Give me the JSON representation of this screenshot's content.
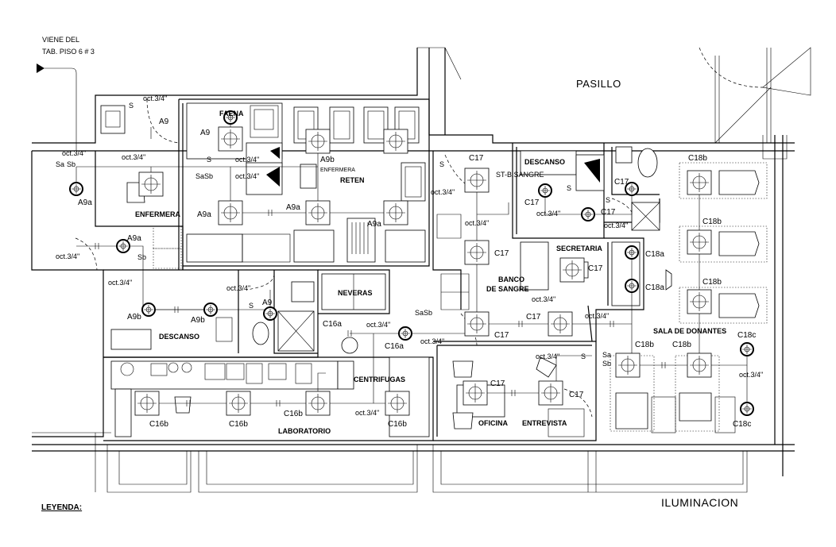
{
  "header_note": {
    "line1": "VIENE DEL",
    "line2": "TAB. PISO 6 # 3"
  },
  "rooms": {
    "pasillo": "PASILLO",
    "faena": "FAENA",
    "enfermera_small": "ENFERMERA",
    "enfermera": "ENFERMERA",
    "reten": "RETEN",
    "descanso_left": "DESCANSO",
    "descanso_right": "DESCANSO",
    "neveras": "NEVERAS",
    "st_b_sangre": "ST-B.SANGRE",
    "secretaria": "SECRETARIA",
    "banco_line1": "BANCO",
    "banco_line2": "DE SANGRE",
    "sala_donantes": "SALA DE DONANTES",
    "centrifugas": "CENTRIFUGAS",
    "laboratorio": "LABORATORIO",
    "oficina": "OFICINA",
    "entrevista": "ENTREVISTA"
  },
  "circuit_labels": {
    "a9": "A9",
    "a9a": "A9a",
    "a9b": "A9b",
    "c16a": "C16a",
    "c16b": "C16b",
    "c17": "C17",
    "c18a": "C18a",
    "c18b": "C18b",
    "c18c": "C18c"
  },
  "switch_labels": {
    "s": "S",
    "sa": "Sa",
    "sb": "Sb",
    "sasb": "SaSb"
  },
  "box_label": "oct.3/4\"",
  "legend": "LEYENDA:",
  "drawing_title": "ILUMINACION"
}
